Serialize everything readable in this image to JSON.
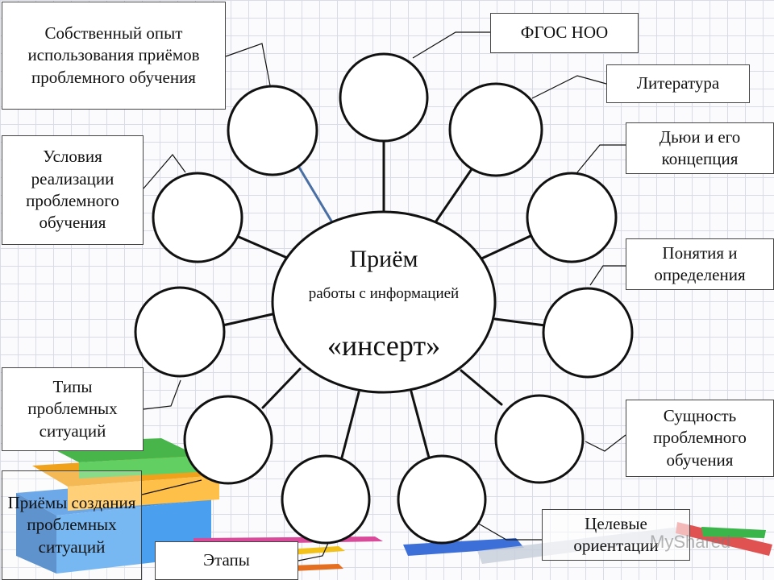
{
  "center": {
    "title": "Приём",
    "subtitle": "работы с информацией",
    "name": "«инсерт»"
  },
  "labels": {
    "sobstv": "Собственный опыт использования приёмов проблемного обучения",
    "fgos": "ФГОС НОО",
    "literatura": "Литература",
    "dyui": "Дьюи и его концепция",
    "uslovia": "Условия реализации проблемного обучения",
    "ponyatia": "Понятия и определения",
    "tipy": "Типы проблемных ситуаций",
    "suschnost": "Сущность проблемного обучения",
    "priemy": "Приёмы создания проблемных ситуаций",
    "celevye": "Целевые ориентации",
    "etapy": "Этапы"
  },
  "watermark": "MyShared",
  "colors": {
    "line": "#111111",
    "accent_line": "#4a6fa5",
    "grid": "#d9dbe6"
  }
}
